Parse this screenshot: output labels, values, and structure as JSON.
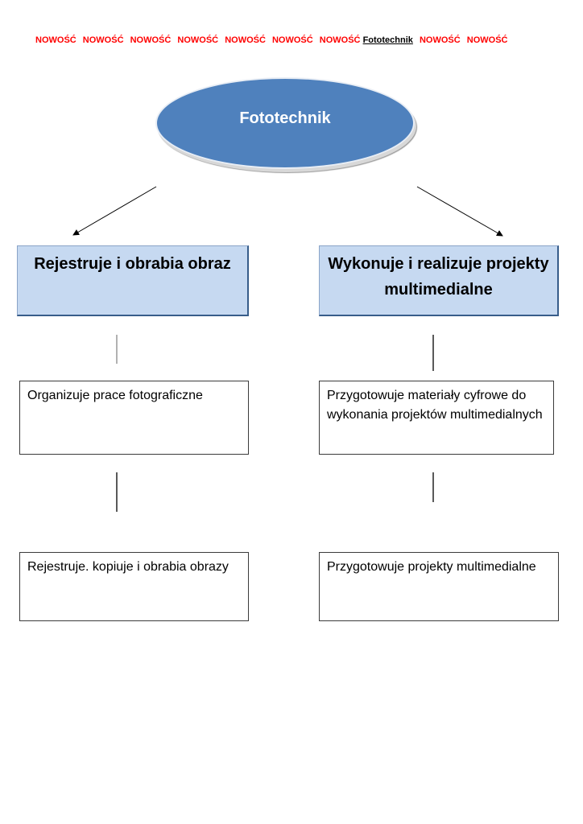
{
  "banner": {
    "words": [
      "NOWOŚĆ",
      "NOWOŚĆ",
      "NOWOŚĆ",
      "NOWOŚĆ",
      "NOWOŚĆ",
      "NOWOŚĆ",
      "NOWOŚĆ"
    ],
    "link": "Fototechnik",
    "trailing": [
      "NOWOŚĆ",
      "NOWOŚĆ"
    ],
    "color": "#ff0000"
  },
  "root": {
    "label": "Fototechnik",
    "color": "#4f81bd"
  },
  "branches": [
    {
      "title": "Rejestruje i obrabia obraz",
      "steps": [
        "Organizuje prace fotograficzne",
        "Rejestruje. kopiuje i obrabia obrazy"
      ]
    },
    {
      "title": "Wykonuje i realizuje projekty multimedialne",
      "steps": [
        "Przygotowuje materiały cyfrowe do wykonania projektów multimedialnych",
        "Przygotowuje projekty multimedialne"
      ]
    }
  ]
}
